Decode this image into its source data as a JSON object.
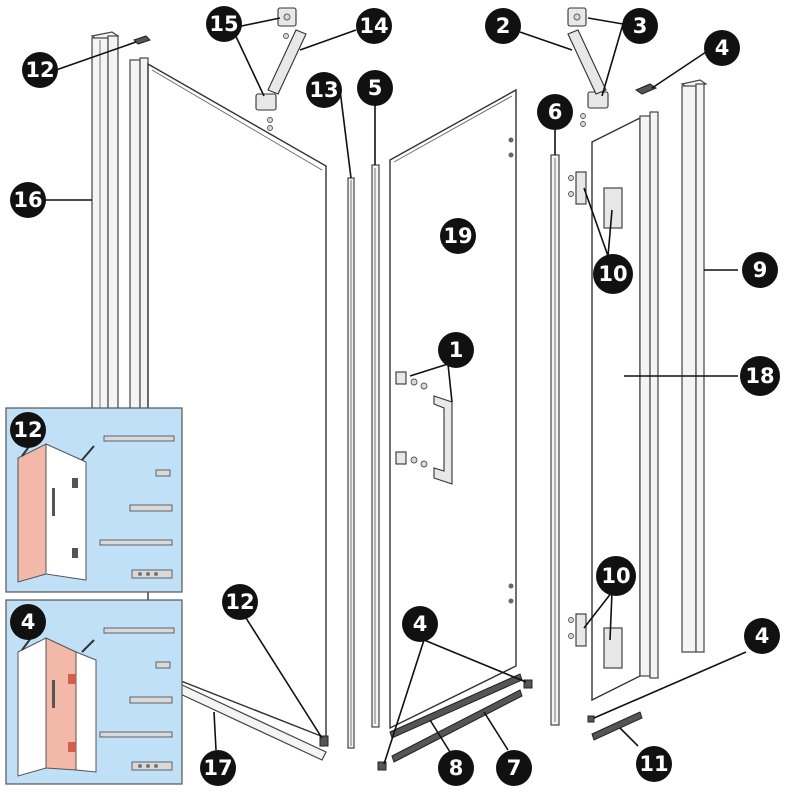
{
  "callouts": {
    "c1": "1",
    "c2": "2",
    "c3": "3",
    "c4_top": "4",
    "c4_mid": "4",
    "c4_right": "4",
    "c5": "5",
    "c6": "6",
    "c7": "7",
    "c8": "8",
    "c9": "9",
    "c10_top": "10",
    "c10_bottom": "10",
    "c11": "11",
    "c12_top": "12",
    "c12_bottom": "12",
    "c13": "13",
    "c14": "14",
    "c15": "15",
    "c16": "16",
    "c17": "17",
    "c18": "18",
    "c19": "19",
    "inset_top": "12",
    "inset_bottom": "4"
  },
  "colors": {
    "inset_background": "#bfe0f7",
    "highlight_panel": "#f2b8a8",
    "callout_fill": "#111111"
  }
}
